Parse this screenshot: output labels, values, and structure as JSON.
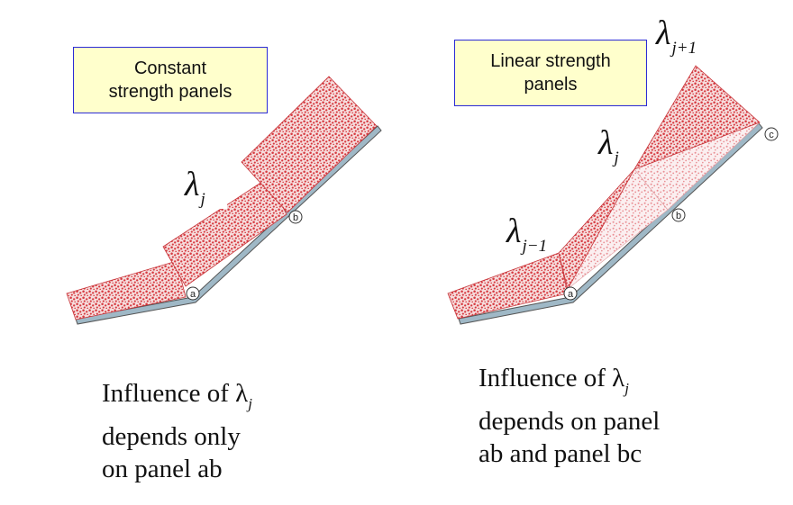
{
  "colors": {
    "box_fill": "#ffffcc",
    "box_border": "#2b2bd6",
    "speckle": "#d6393f",
    "surface": "#9fb8c6"
  },
  "left": {
    "box_lines": [
      "Constant",
      "strength panels"
    ],
    "lambda": {
      "symbol": "λ",
      "sub": "j"
    },
    "markers": [
      "a",
      "b"
    ],
    "caption": {
      "line1_text": "Influence of ",
      "line1_symbol": "λ",
      "line1_sub": "j",
      "line2": "depends only",
      "line3": "on panel ab"
    }
  },
  "right": {
    "box_lines": [
      "Linear strength",
      "panels"
    ],
    "lambda_prev": {
      "symbol": "λ",
      "sub": "j−1"
    },
    "lambda": {
      "symbol": "λ",
      "sub": "j"
    },
    "lambda_next": {
      "symbol": "λ",
      "sub": "j+1"
    },
    "markers": [
      "a",
      "b",
      "c"
    ],
    "caption": {
      "line1_text": "Influence of ",
      "line1_symbol": "λ",
      "line1_sub": "j",
      "line2": "depends on panel",
      "line3": "ab and panel bc"
    }
  }
}
